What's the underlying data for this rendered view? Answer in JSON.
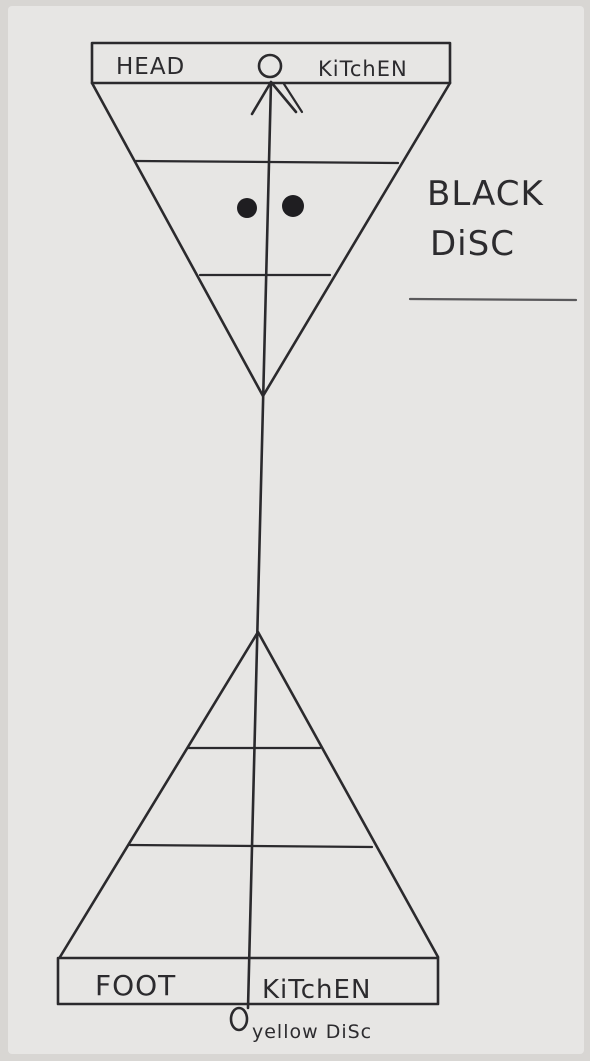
{
  "head_box": {
    "left_label": "HEAD",
    "right_label": "KiTchEN"
  },
  "foot_box": {
    "left_label": "FOOT",
    "right_label": "KiTchEN"
  },
  "black_disc_label": {
    "line1": "BLACK",
    "line2": "DiSC"
  },
  "yellow_disc_label": "yellow DiSc",
  "colors": {
    "ink": "#2b2a2d",
    "paper": "#e7e6e4"
  }
}
